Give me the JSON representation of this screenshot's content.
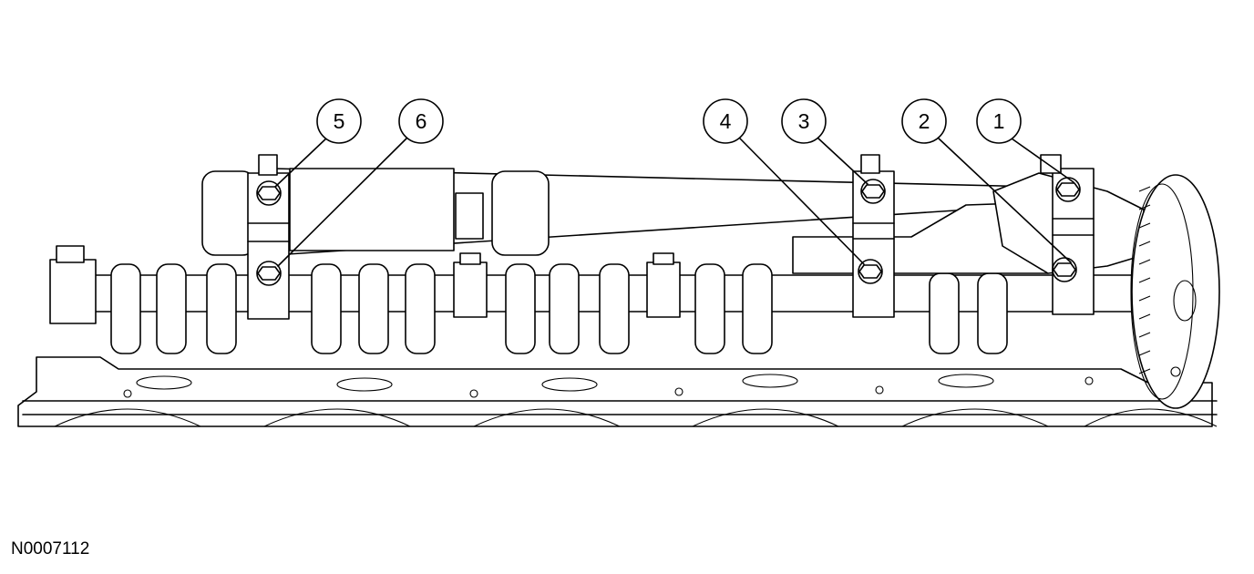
{
  "figure_id": "N0007112",
  "callouts": [
    "1",
    "2",
    "3",
    "4",
    "5",
    "6"
  ]
}
